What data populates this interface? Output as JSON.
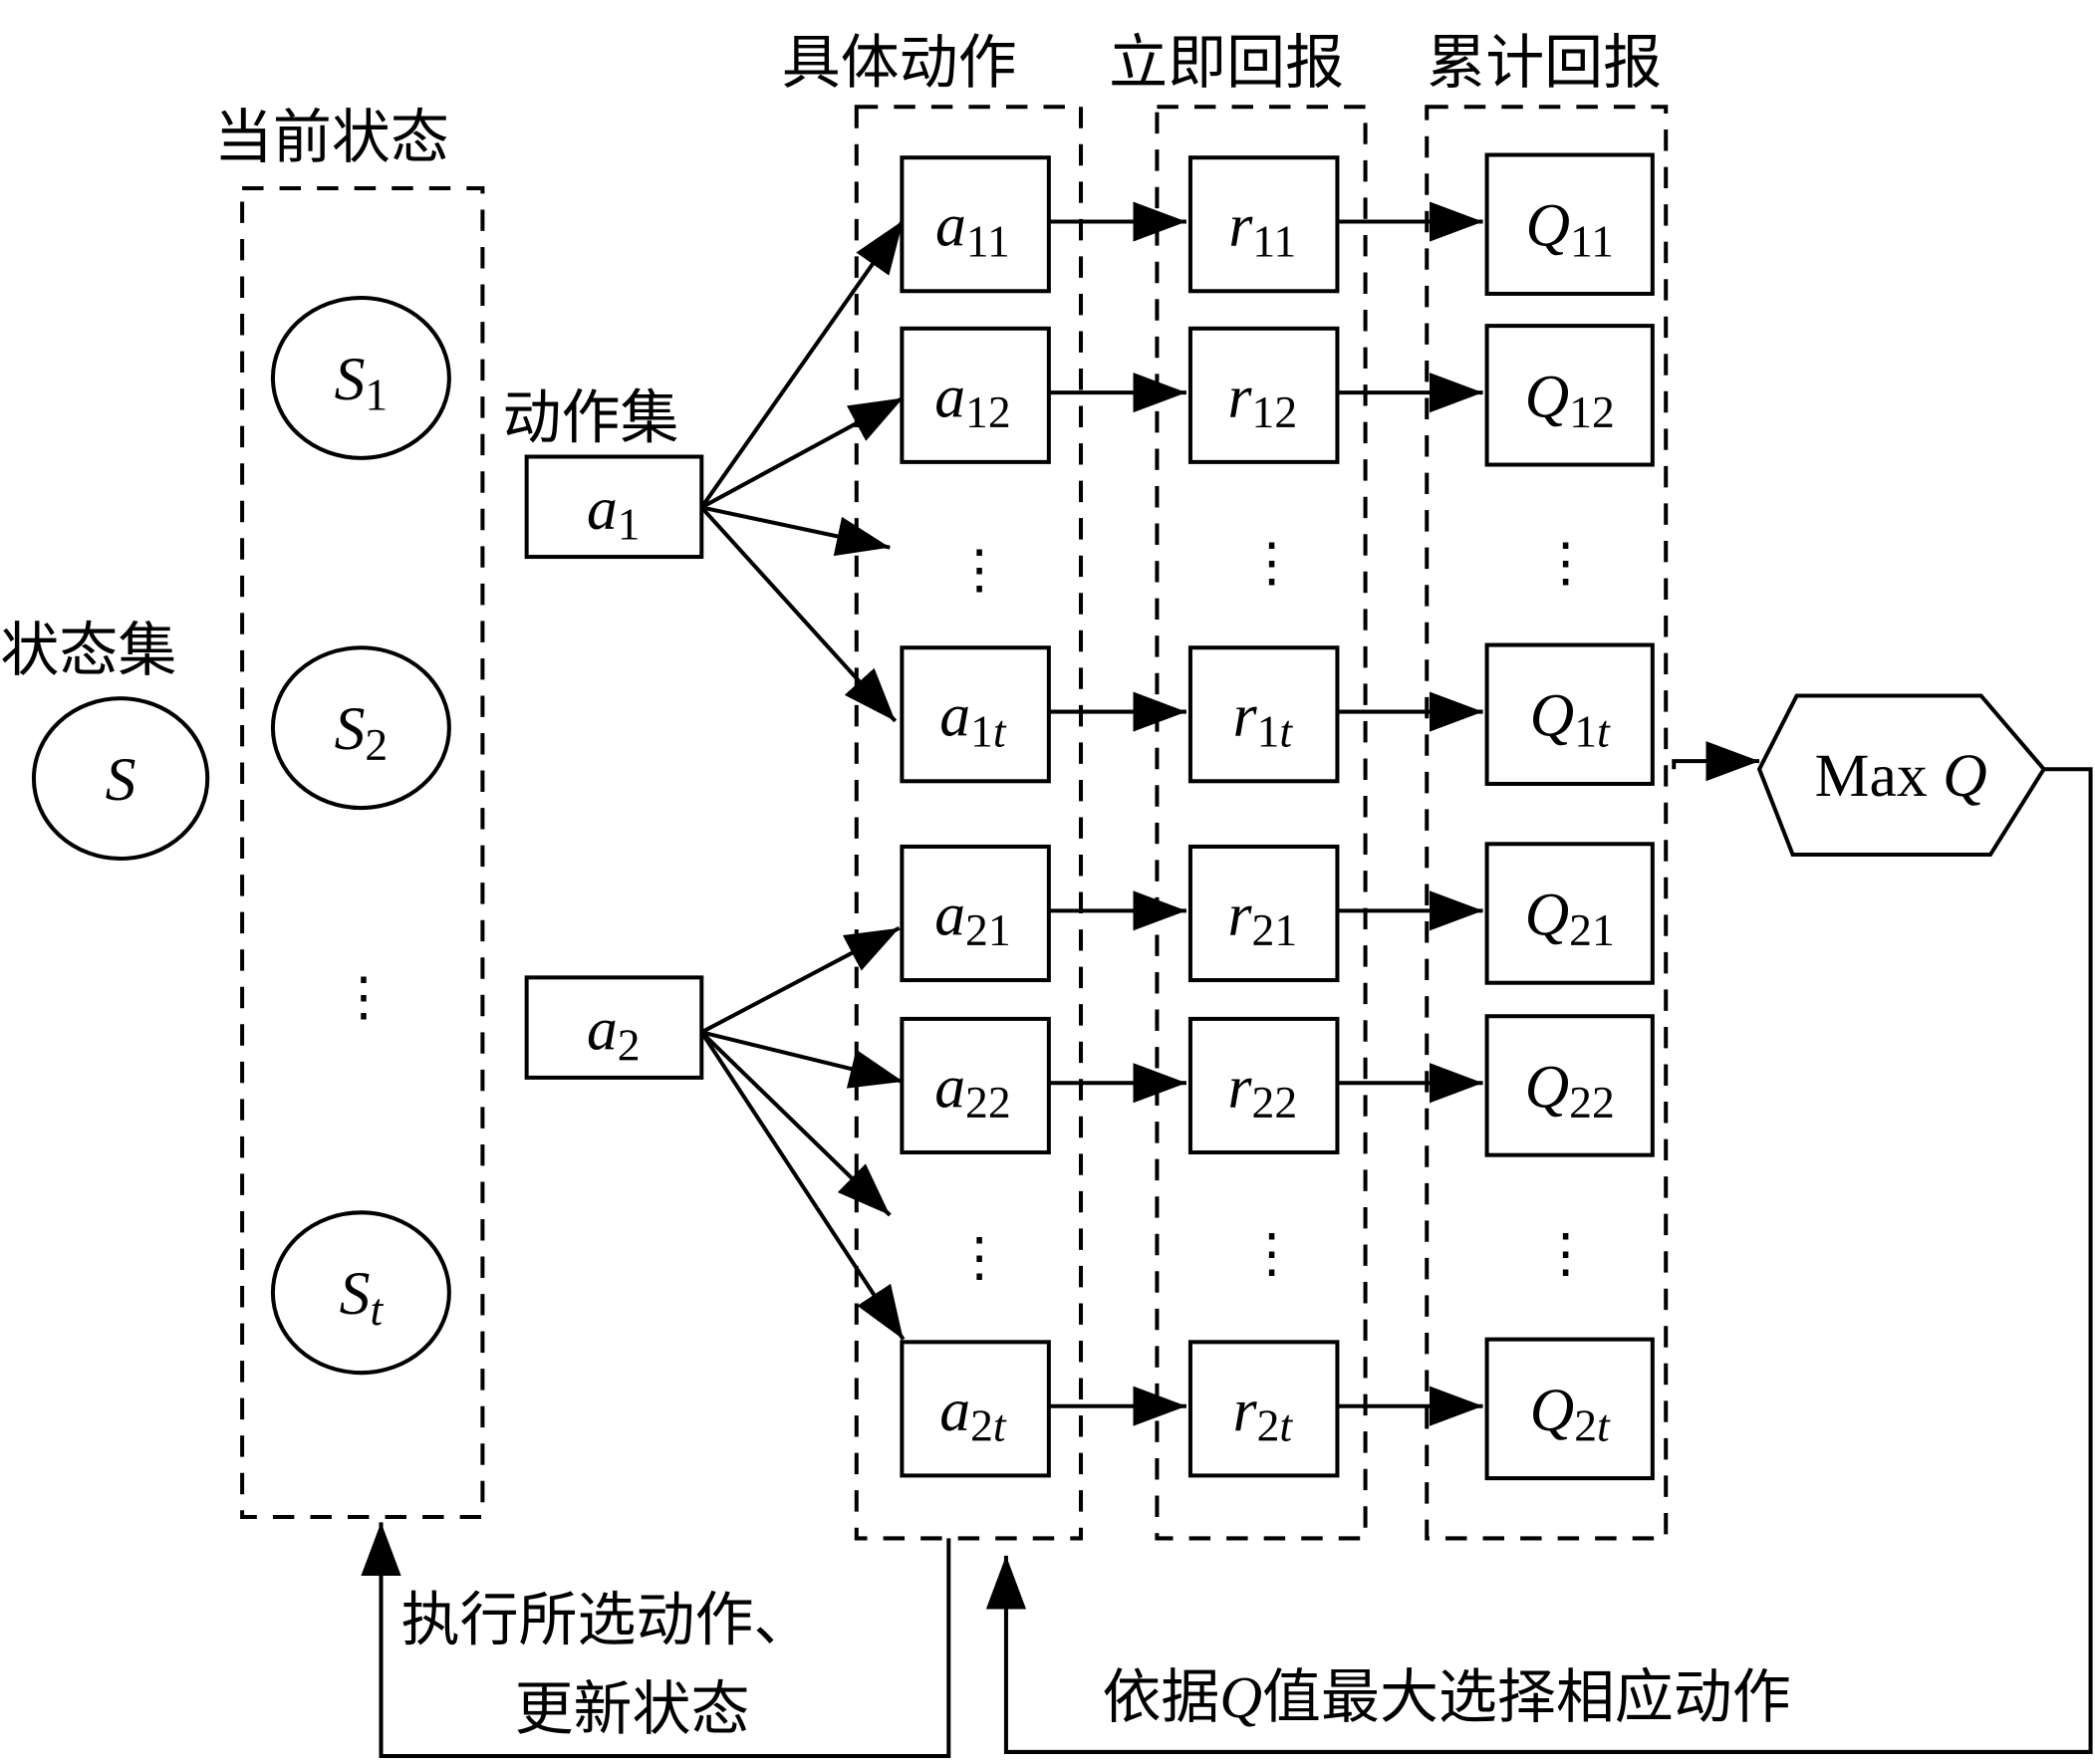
{
  "labels": {
    "state_set": "状态集",
    "current_state": "当前状态",
    "action_set": "动作集",
    "concrete_action": "具体动作",
    "immediate_reward": "立即回报",
    "cumulative_reward": "累计回报",
    "execute_line1": "执行所选动作、",
    "execute_line2": "更新状态",
    "select_by_q_prefix": "依据",
    "select_by_q_var": "Q",
    "select_by_q_suffix": "值最大选择相应动作",
    "maxq_text": "Max ",
    "maxq_var": "Q",
    "ellipsis": "⋮"
  },
  "state_set_node": {
    "var": "S",
    "sub": ""
  },
  "current_states": [
    {
      "var": "S",
      "sub": "1",
      "sub_italic": false
    },
    {
      "var": "S",
      "sub": "2",
      "sub_italic": false
    },
    {
      "var": "S",
      "sub": "t",
      "sub_italic": true
    }
  ],
  "action_groups": [
    {
      "var": "a",
      "sub": "1"
    },
    {
      "var": "a",
      "sub": "2"
    }
  ],
  "rows": [
    {
      "action": {
        "var": "a",
        "sub": "11"
      },
      "reward": {
        "var": "r",
        "sub": "11"
      },
      "q": {
        "var": "Q",
        "sub": "11"
      }
    },
    {
      "action": {
        "var": "a",
        "sub": "12"
      },
      "reward": {
        "var": "r",
        "sub": "12"
      },
      "q": {
        "var": "Q",
        "sub": "12"
      }
    },
    {
      "action": {
        "var": "a",
        "sub": "1t"
      },
      "reward": {
        "var": "r",
        "sub": "1t"
      },
      "q": {
        "var": "Q",
        "sub": "1t"
      }
    },
    {
      "action": {
        "var": "a",
        "sub": "21"
      },
      "reward": {
        "var": "r",
        "sub": "21"
      },
      "q": {
        "var": "Q",
        "sub": "21"
      }
    },
    {
      "action": {
        "var": "a",
        "sub": "22"
      },
      "reward": {
        "var": "r",
        "sub": "22"
      },
      "q": {
        "var": "Q",
        "sub": "22"
      }
    },
    {
      "action": {
        "var": "a",
        "sub": "2t"
      },
      "reward": {
        "var": "r",
        "sub": "2t"
      },
      "q": {
        "var": "Q",
        "sub": "2t"
      }
    }
  ]
}
